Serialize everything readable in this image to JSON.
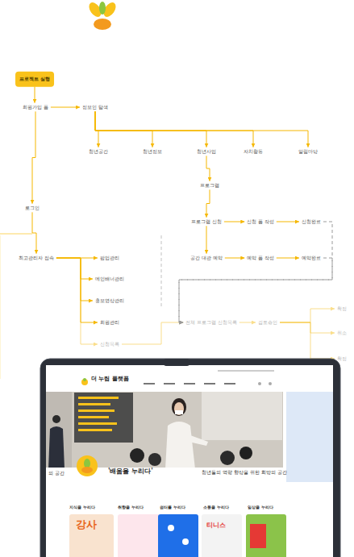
{
  "diagram": {
    "nodes": [
      {
        "text": [
          "프로젝트 실행"
        ]
      },
      {
        "text": [
          "회원가입 폼"
        ]
      },
      {
        "text": [
          "정보인 탐색"
        ]
      },
      {
        "text": [
          "청년공간"
        ]
      },
      {
        "text": [
          "청년정보"
        ]
      },
      {
        "text": [
          "청년사업"
        ]
      },
      {
        "text": [
          "자치활동"
        ]
      },
      {
        "text": [
          "알림마당"
        ]
      },
      {
        "text": [
          "프로그램"
        ]
      },
      {
        "text": [
          "프로그램 신청"
        ]
      },
      {
        "text": [
          "신청 폼 작성"
        ]
      },
      {
        "text": [
          "신청완료"
        ]
      },
      {
        "text": [
          "공간 대관 예약"
        ]
      },
      {
        "text": [
          "예약 폼 작성"
        ]
      },
      {
        "text": [
          "예약완료"
        ]
      },
      {
        "text": [
          "로그인"
        ]
      },
      {
        "text": [
          "최고관리자 접속"
        ]
      },
      {
        "text": [
          "팝업관리"
        ]
      },
      {
        "text": [
          "메인배너관리"
        ]
      },
      {
        "text": [
          "홍보영상관리"
        ]
      },
      {
        "text": [
          "회원관리"
        ]
      },
      {
        "text": [
          "신청목록"
        ]
      },
      {
        "text": [
          "전체 프로그램 신청목록"
        ]
      },
      {
        "text": [
          "검토승인"
        ]
      },
      {
        "text": [
          "확정"
        ]
      },
      {
        "text": [
          "취소"
        ]
      },
      {
        "text": [
          "확정"
        ]
      }
    ],
    "edges": [
      {
        "from": 0,
        "to": 1,
        "arrow": "to"
      },
      {
        "from": 1,
        "to": 2,
        "arrow": "to"
      },
      {
        "from": 2,
        "to": 3,
        "arrow": "to"
      },
      {
        "from": 2,
        "to": 4,
        "arrow": "to"
      },
      {
        "from": 2,
        "to": 5,
        "arrow": "to"
      },
      {
        "from": 2,
        "to": 6,
        "arrow": "to"
      },
      {
        "from": 2,
        "to": 7,
        "arrow": "to"
      },
      {
        "from": 5,
        "to": 8,
        "arrow": "to"
      },
      {
        "from": 8,
        "to": 9,
        "arrow": "to"
      },
      {
        "from": 9,
        "to": 10,
        "arrow": "to"
      },
      {
        "from": 10,
        "to": 11,
        "arrow": "to"
      },
      {
        "from": 9,
        "to": 12,
        "arrow": "to"
      },
      {
        "from": 12,
        "to": 13,
        "arrow": "to"
      },
      {
        "from": 13,
        "to": 14,
        "arrow": "to"
      },
      {
        "from": 1,
        "to": 15,
        "arrow": "to"
      },
      {
        "from": 15,
        "to": 16,
        "arrow": "to"
      },
      {
        "from": 16,
        "to": 17,
        "arrow": "to"
      },
      {
        "from": 16,
        "to": 18,
        "arrow": "to"
      },
      {
        "from": 16,
        "to": 19,
        "arrow": "to"
      },
      {
        "from": 16,
        "to": 20,
        "arrow": "to"
      },
      {
        "from": 16,
        "to": 21,
        "arrow": "to"
      },
      {
        "from": 21,
        "to": 22,
        "arrow": "to"
      },
      {
        "from": 22,
        "to": 23,
        "arrow": "to"
      },
      {
        "from": 23,
        "to": 24,
        "arrow": "to"
      },
      {
        "from": 23,
        "to": 25,
        "arrow": "to"
      },
      {
        "from": 11,
        "to": 22,
        "arrow": "to"
      },
      {
        "from": 14,
        "to": 22,
        "arrow": "to"
      },
      {
        "from": 23,
        "to": 26,
        "arrow": "to"
      }
    ],
    "labels": [
      "더 누림 플랫폼",
      "'배움을 누리다'",
      "청년들의 역량 향상을 위한 희망의 공간",
      "의 공간",
      "지식을 누리다",
      "취향을 누리다",
      "쉼터를 누리다",
      "소통을 누리다",
      "일상을 누리다",
      "강사",
      "티니스"
    ]
  }
}
